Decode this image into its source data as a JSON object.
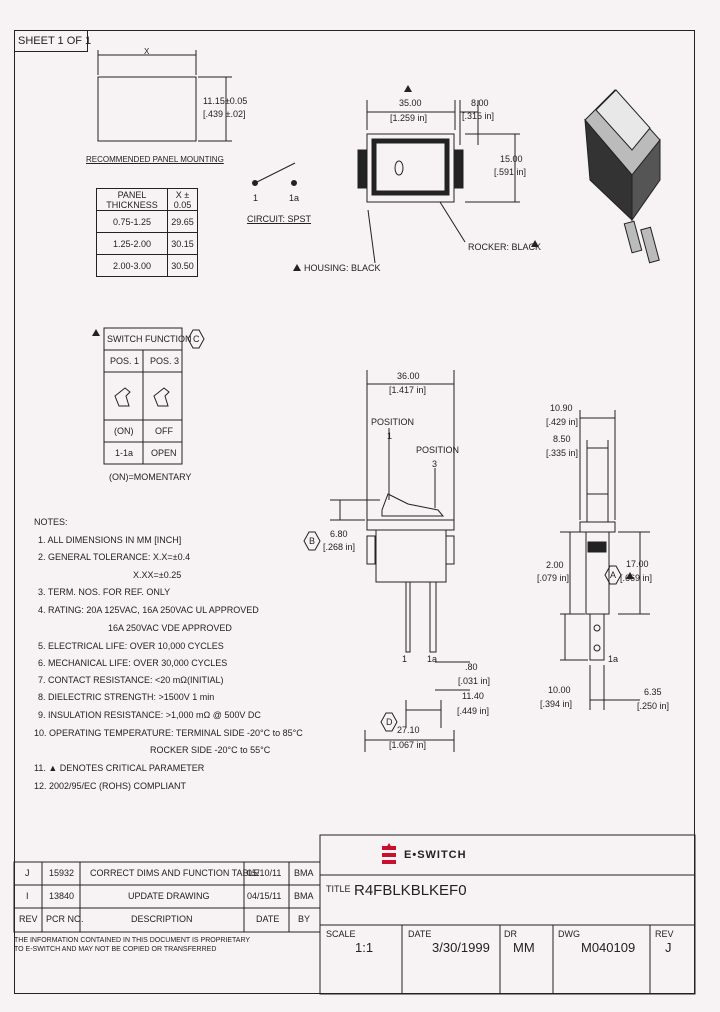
{
  "sheet": "SHEET 1 OF 1",
  "panel": {
    "x_label": "X",
    "height_dim": "11.15±0.05",
    "height_dim_in": "[.439 ±.02]",
    "title": "RECOMMENDED PANEL MOUNTING",
    "table_headers": [
      "PANEL THICKNESS",
      "X ± 0.05"
    ],
    "table_rows": [
      [
        "0.75-1.25",
        "29.65"
      ],
      [
        "1.25-2.00",
        "30.15"
      ],
      [
        "2.00-3.00",
        "30.50"
      ]
    ]
  },
  "circuit": {
    "pin1": "1",
    "pin2": "1a",
    "label": "CIRCUIT: SPST"
  },
  "top_view": {
    "width": "35.00",
    "width_in": "[1.259 in]",
    "depth": "8.00",
    "depth_in": "[.315 in]",
    "height": "15.00",
    "height_in": "[.591 in]",
    "rocker_label": "ROCKER: BLACK",
    "housing_label": "HOUSING: BLACK"
  },
  "switch_function": {
    "title": "SWITCH FUNCTION",
    "headers": [
      "POS. 1",
      "POS. 3"
    ],
    "row1": [
      "(ON)",
      "OFF"
    ],
    "row2": [
      "1-1a",
      "OPEN"
    ],
    "note": "(ON)=MOMENTARY",
    "marker": "C"
  },
  "side_view": {
    "width": "36.00",
    "width_in": "[1.417 in]",
    "pos1_label": "POSITION",
    "pos1_num": "1",
    "pos3_label": "POSITION",
    "pos3_num": "3",
    "rocker_h": "6.80",
    "rocker_h_in": "[.268 in]",
    "marker_b": "B",
    "marker_d": "D",
    "pin1": "1",
    "pin1a": "1a",
    "term_t": ".80",
    "term_t_in": "[.031 in]",
    "term_w": "11.40",
    "term_w_in": "[.449 in]",
    "base_w": "27.10",
    "base_w_in": "[1.067 in]"
  },
  "end_view": {
    "w1": "10.90",
    "w1_in": "[.429 in]",
    "w2": "8.50",
    "w2_in": "[.335 in]",
    "flange": "2.00",
    "flange_in": "[.079 in]",
    "body": "17.00",
    "body_in": "[.669 in]",
    "term_l": "10.00",
    "term_l_in": "[.394 in]",
    "term_w": "6.35",
    "term_w_in": "[.250 in]",
    "pin1a": "1a",
    "marker": "A"
  },
  "notes": {
    "title": "NOTES:",
    "items": [
      "1. ALL DIMENSIONS IN MM [INCH]",
      "2. GENERAL TOLERANCE: X.X=±0.4",
      "X.XX=±0.25",
      "3. TERM. NOS. FOR REF. ONLY",
      "4. RATING: 20A 125VAC, 16A 250VAC UL APPROVED",
      "16A 250VAC VDE APPROVED",
      "5. ELECTRICAL LIFE: OVER 10,000 CYCLES",
      "6. MECHANICAL LIFE: OVER 30,000 CYCLES",
      "7. CONTACT RESISTANCE: <20 mΩ(INITIAL)",
      "8. DIELECTRIC STRENGTH: >1500V 1 min",
      "9. INSULATION RESISTANCE: >1,000 mΩ @ 500V DC",
      "10. OPERATING TEMPERATURE: TERMINAL SIDE -20°C to 85°C",
      "ROCKER SIDE -20°C to 55°C",
      "11. ▲ DENOTES CRITICAL PARAMETER",
      "12. 2002/95/EC (ROHS) COMPLIANT"
    ]
  },
  "revisions": {
    "rows": [
      [
        "J",
        "15932",
        "CORRECT DIMS AND FUNCTION TABLE",
        "05/10/11",
        "BMA"
      ],
      [
        "I",
        "13840",
        "UPDATE DRAWING",
        "04/15/11",
        "BMA"
      ]
    ],
    "headers": [
      "REV",
      "PCR NO.",
      "DESCRIPTION",
      "DATE",
      "BY"
    ],
    "disclaimer1": "THE INFORMATION CONTAINED IN THIS DOCUMENT IS PROPRIETARY",
    "disclaimer2": "TO E-SWITCH AND MAY NOT BE COPIED OR TRANSFERRED"
  },
  "title_block": {
    "brand": "E•SWITCH",
    "title_label": "TITLE",
    "title": "R4FBLKBLKEF0",
    "scale_label": "SCALE",
    "scale": "1:1",
    "date_label": "DATE",
    "date": "3/30/1999",
    "dr_label": "DR",
    "dr": "MM",
    "dwg_label": "DWG",
    "dwg": "M040109",
    "rev_label": "REV",
    "rev": "J"
  },
  "colors": {
    "background": "#f7f2f4",
    "line": "#222222",
    "brand": "#c8102e"
  }
}
